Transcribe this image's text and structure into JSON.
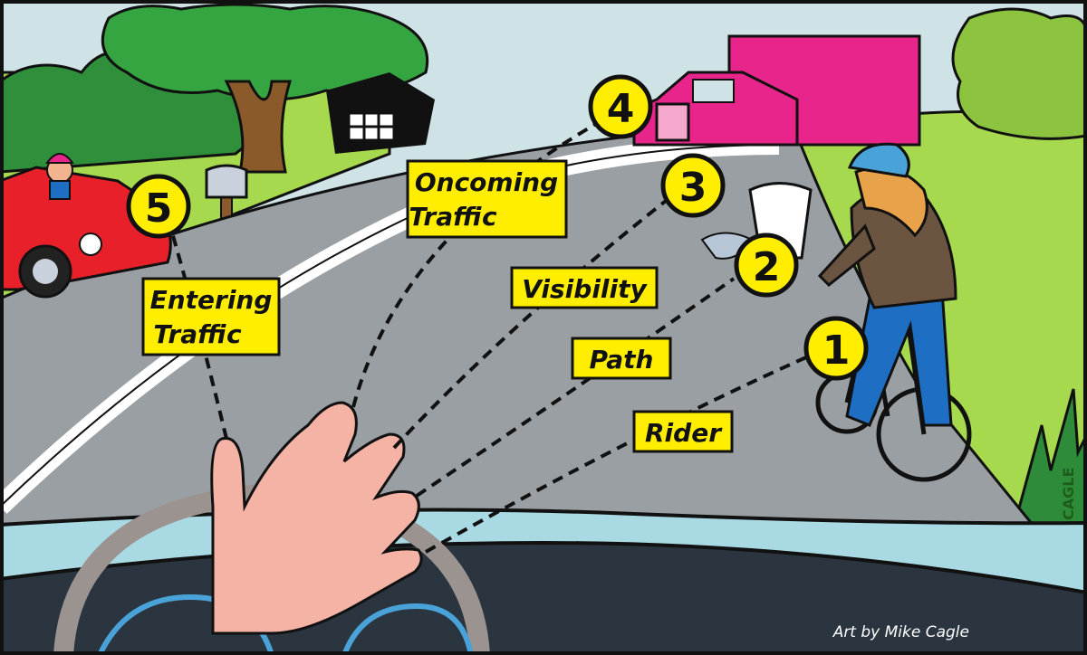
{
  "labels": {
    "rider": "Rider",
    "path": "Path",
    "visibility": "Visibility",
    "oncoming_line1": "Oncoming",
    "oncoming_line2": "Traffic",
    "entering_line1": "Entering",
    "entering_line2": "Traffic"
  },
  "numbers": {
    "n1": "1",
    "n2": "2",
    "n3": "3",
    "n4": "4",
    "n5": "5"
  },
  "credit": "Art by Mike Cagle",
  "signature": "CAGLE",
  "colors": {
    "sky": "#cfe3e6",
    "grass": "#a6d94e",
    "road": "#9a9fa3",
    "label_bg": "#ffee00",
    "car": "#e8202a",
    "truck": "#e8258a",
    "dashboard": "#2b3540",
    "bike_jeans": "#1e6fc4",
    "helmet": "#4aa3d8"
  }
}
